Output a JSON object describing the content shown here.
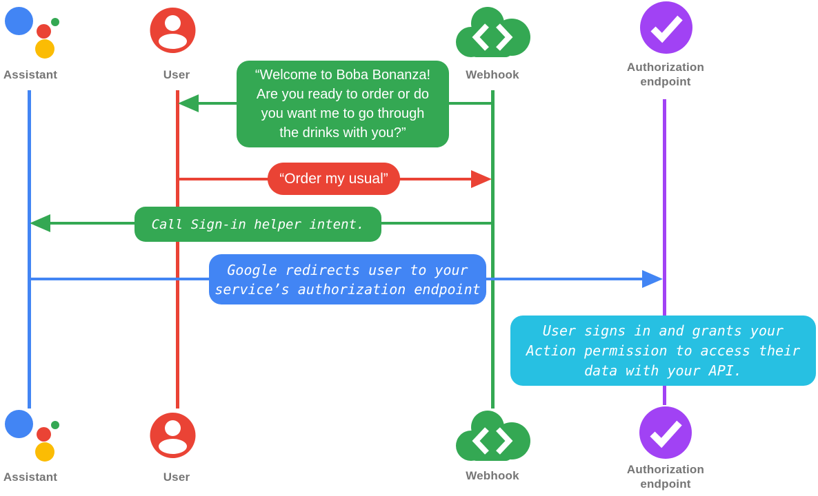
{
  "colors": {
    "blue": "#4285F4",
    "red": "#EA4335",
    "green": "#34A853",
    "yellow": "#FBBC04",
    "purple": "#A142F4",
    "cyan": "#27C0E2",
    "label_gray": "#757575",
    "bubble_text": "#FFFFFF"
  },
  "actors": [
    {
      "id": "assistant",
      "label": "Assistant",
      "icon": "google-assistant-icon",
      "color": "#4285F4"
    },
    {
      "id": "user",
      "label": "User",
      "icon": "person-circle-icon",
      "color": "#EA4335"
    },
    {
      "id": "webhook",
      "label": "Webhook",
      "icon": "cloud-code-icon",
      "color": "#34A853"
    },
    {
      "id": "authorization_endpoint",
      "label": "Authorization endpoint",
      "icon": "check-circle-icon",
      "color": "#A142F4"
    }
  ],
  "messages": [
    {
      "from": "webhook",
      "to": "user",
      "bubble_color": "#34A853",
      "text_style": "sans",
      "text": "“Welcome to Boba Bonanza!\nAre you ready to order or do\nyou want me to go through\nthe drinks with you?”"
    },
    {
      "from": "user",
      "to": "webhook",
      "bubble_color": "#EA4335",
      "text_style": "sans",
      "text": "“Order my usual”"
    },
    {
      "from": "webhook",
      "to": "assistant",
      "bubble_color": "#34A853",
      "text_style": "mono-italic",
      "text": "Call Sign-in helper intent."
    },
    {
      "from": "assistant",
      "to": "authorization_endpoint",
      "bubble_color": "#4285F4",
      "text_style": "mono-italic",
      "text": "Google redirects user to your\nservice’s authorization endpoint"
    },
    {
      "from": "authorization_endpoint",
      "to": "authorization_endpoint",
      "bubble_color": "#27C0E2",
      "text_style": "mono-italic",
      "text": "User signs in and grants your\nAction permission to access their\ndata with your API."
    }
  ]
}
